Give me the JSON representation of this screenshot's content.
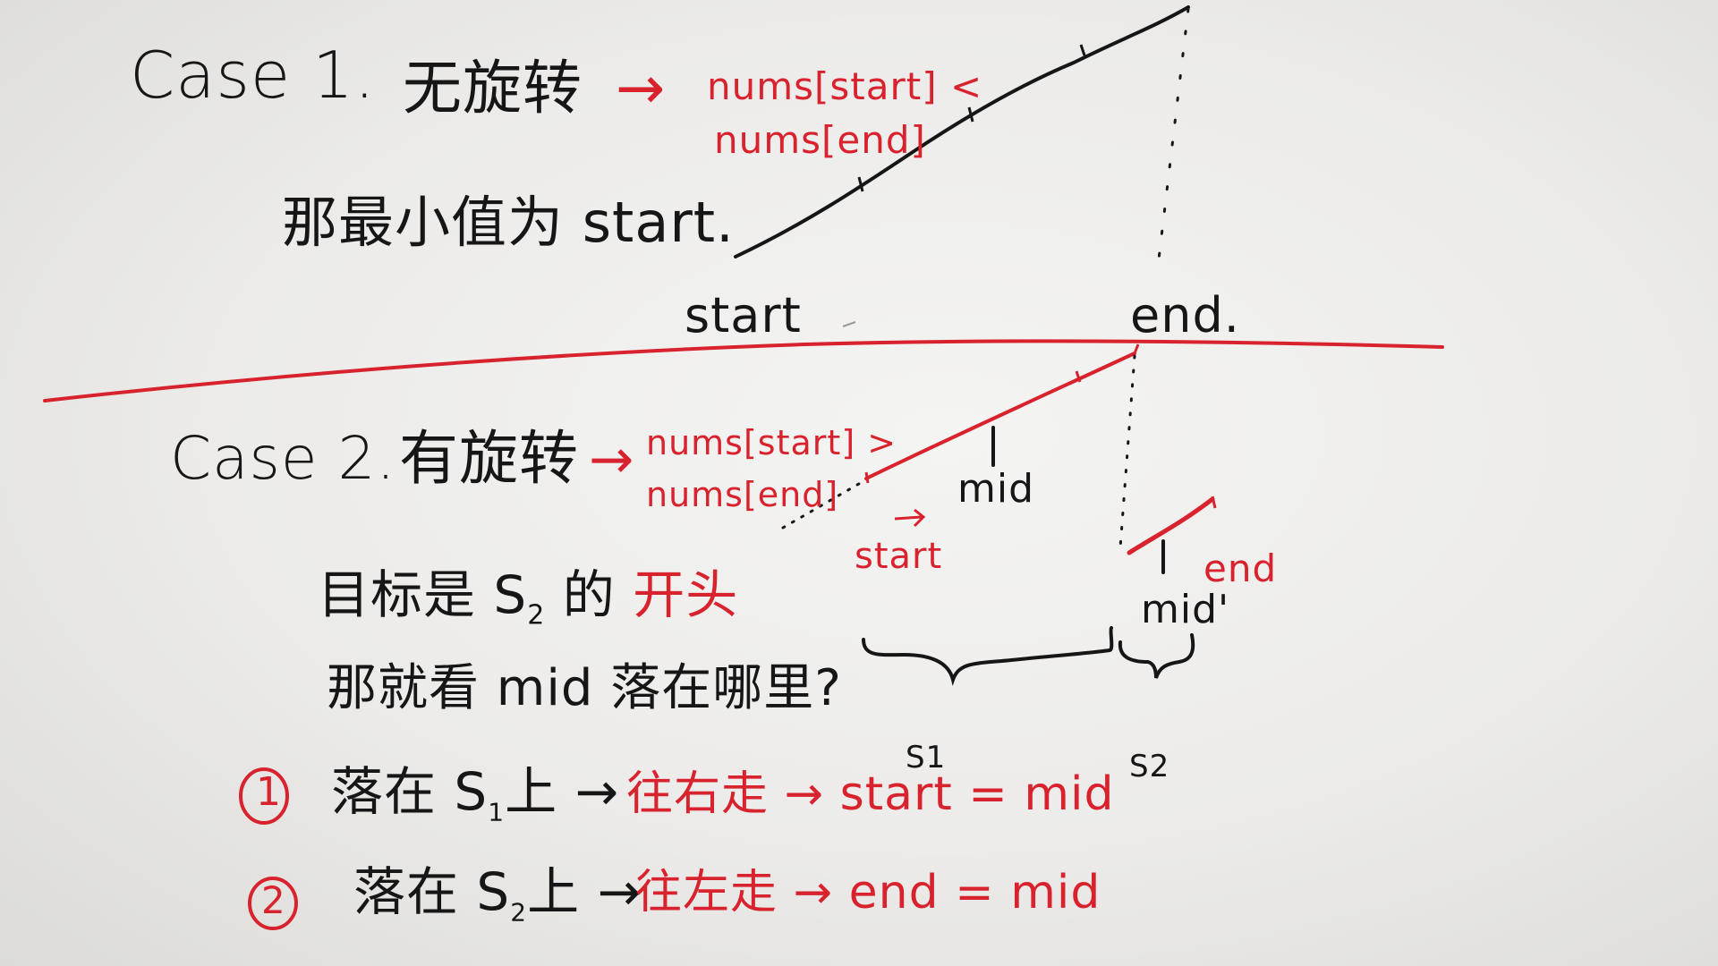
{
  "case1": {
    "title": "Case 1.",
    "label": "无旋转",
    "arrow": "→",
    "cond_line1": "nums[start] <",
    "cond_line2": "nums[end]",
    "min_note": "那最小值为 start."
  },
  "top_axis": {
    "start": "start",
    "end": "end."
  },
  "case2": {
    "title": "Case 2.",
    "label": "有旋转",
    "arrow": "→",
    "cond_line1": "nums[start] >",
    "cond_line2": "nums[end]",
    "mid": "mid",
    "mid2": "mid'",
    "start": "start",
    "end": "end",
    "goal_prefix": "目标是 S",
    "goal_sub": "2",
    "goal_mid": " 的",
    "goal_red": "开头",
    "question": "那就看 mid 落在哪里?",
    "s1": "S1",
    "s2": "S2",
    "rule1_num": "①",
    "rule1_a": "落在 S",
    "rule1_sub": "1",
    "rule1_b": "上 →",
    "rule1_red": "往右走 →  start = mid",
    "rule2_num": "②",
    "rule2_a": "落在 S",
    "rule2_sub": "2",
    "rule2_b": "上 →",
    "rule2_red": "往左走 →  end = mid"
  },
  "colors": {
    "black_ink": "#161616",
    "red_ink": "#d8232e",
    "board": "#eeedeb"
  }
}
